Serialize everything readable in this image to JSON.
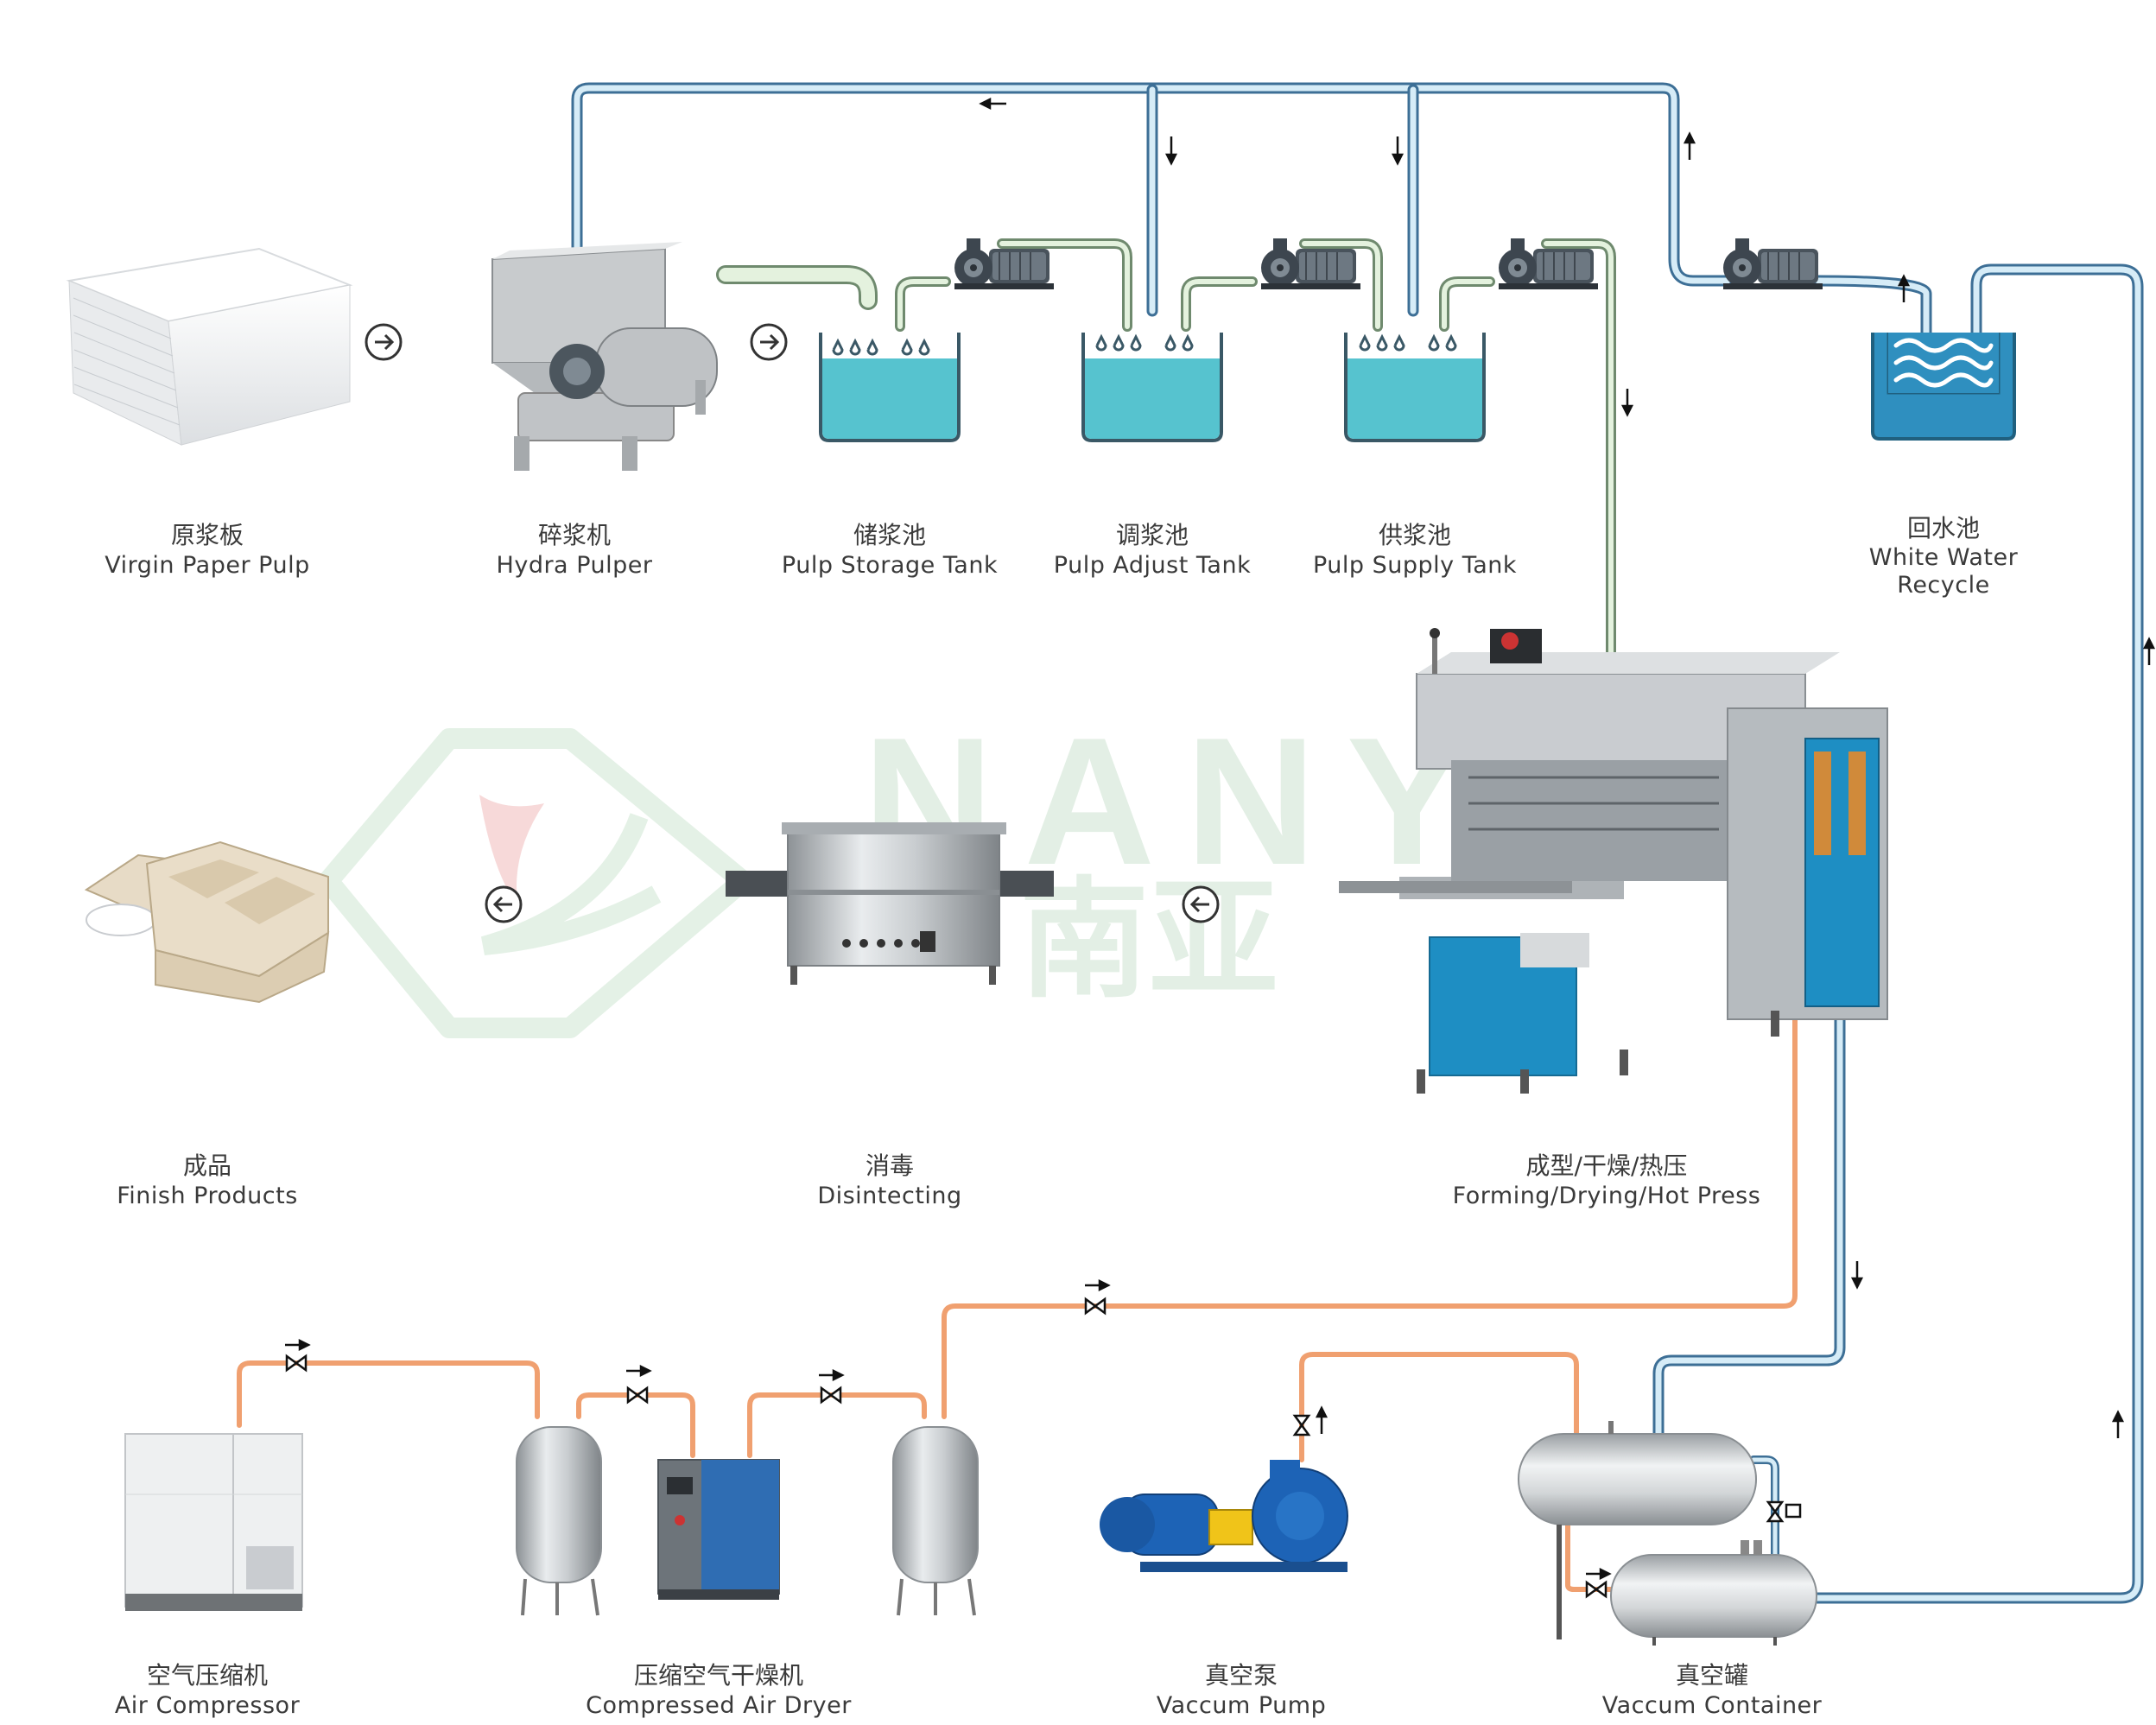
{
  "stages": [
    {
      "id": "virgin-pulp",
      "cn": "原浆板",
      "en": "Virgin Paper Pulp"
    },
    {
      "id": "hydra-pulper",
      "cn": "碎浆机",
      "en": "Hydra Pulper"
    },
    {
      "id": "pulp-storage",
      "cn": "储浆池",
      "en": "Pulp Storage Tank"
    },
    {
      "id": "pulp-adjust",
      "cn": "调浆池",
      "en": "Pulp Adjust Tank"
    },
    {
      "id": "pulp-supply",
      "cn": "供浆池",
      "en": "Pulp Supply Tank"
    },
    {
      "id": "white-water",
      "cn": "回水池",
      "en": "White Water",
      "en2": "Recycle"
    },
    {
      "id": "finish-products",
      "cn": "成品",
      "en": "Finish Products"
    },
    {
      "id": "disinfecting",
      "cn": "消毒",
      "en": "Disintecting"
    },
    {
      "id": "forming",
      "cn": "成型/干燥/热压",
      "en": "Forming/Drying/Hot Press"
    },
    {
      "id": "air-compressor",
      "cn": "空气压缩机",
      "en": "Air Compressor"
    },
    {
      "id": "air-dryer",
      "cn": "压缩空气干燥机",
      "en": "Compressed Air Dryer"
    },
    {
      "id": "vacuum-pump",
      "cn": "真空泵",
      "en": "Vaccum Pump"
    },
    {
      "id": "vacuum-container",
      "cn": "真空罐",
      "en": "Vaccum Container"
    }
  ],
  "watermark": {
    "latin": "NANYA",
    "cn": "南亚"
  },
  "colors": {
    "water_pipe": "#3d6f96",
    "water_pipe_fill": "#d6ecf7",
    "pulp_pipe_fill": "#e4f2de",
    "pulp_pipe_edge": "#6f8a6e",
    "air_pipe": "#f0a070",
    "tank_fill": "#56c3cf",
    "tank_edge": "#3a5866",
    "recycle_fill": "#2f8fbf",
    "machine_blue": "#1e8ec3",
    "machine_grey": "#c9ccd0",
    "watermark": "#dfeee2"
  },
  "icons": [
    "arrow-right-circle-icon",
    "arrow-left-circle-icon",
    "valve-icon",
    "flow-arrow-icon",
    "pump-icon",
    "gauge-icon"
  ]
}
